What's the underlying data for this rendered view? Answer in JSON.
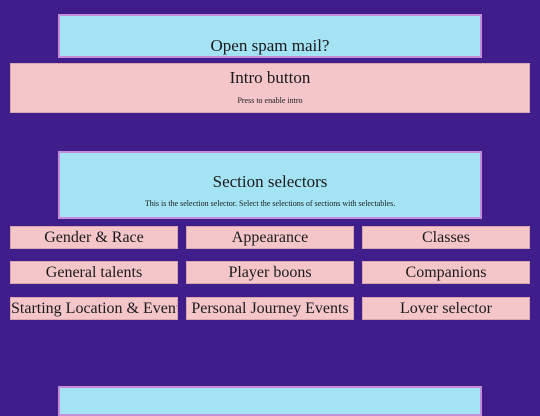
{
  "spam": {
    "title": "Open spam mail?"
  },
  "intro": {
    "title": "Intro button",
    "subtitle": "Press to enable intro"
  },
  "sections": {
    "title": "Section selectors",
    "subtitle": "This is the selection selector. Select the selections of sections with selectables.",
    "buttons": [
      "Gender & Race",
      "Appearance",
      "Classes",
      "General talents",
      "Player boons",
      "Companions",
      "Starting Location & Events",
      "Personal Journey Events",
      "Lover selector"
    ]
  },
  "colors": {
    "background": "#3f1d8b",
    "panel_blue": "#a4e3f4",
    "panel_border": "#c58cd9",
    "button_pink": "#f4c6ca"
  }
}
